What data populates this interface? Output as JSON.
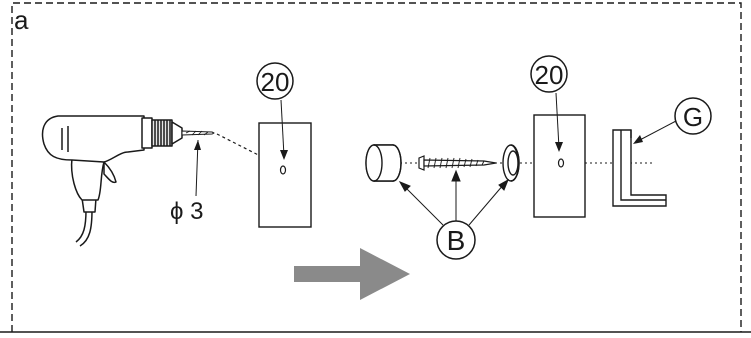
{
  "panel_label": "a",
  "drill_bit_size": "ϕ 3",
  "part_20_left": "20",
  "part_20_right": "20",
  "part_b": "B",
  "part_g": "G",
  "colors": {
    "line": "#1a1a1a",
    "arrow": "#8a8a8a",
    "background": "#ffffff"
  }
}
